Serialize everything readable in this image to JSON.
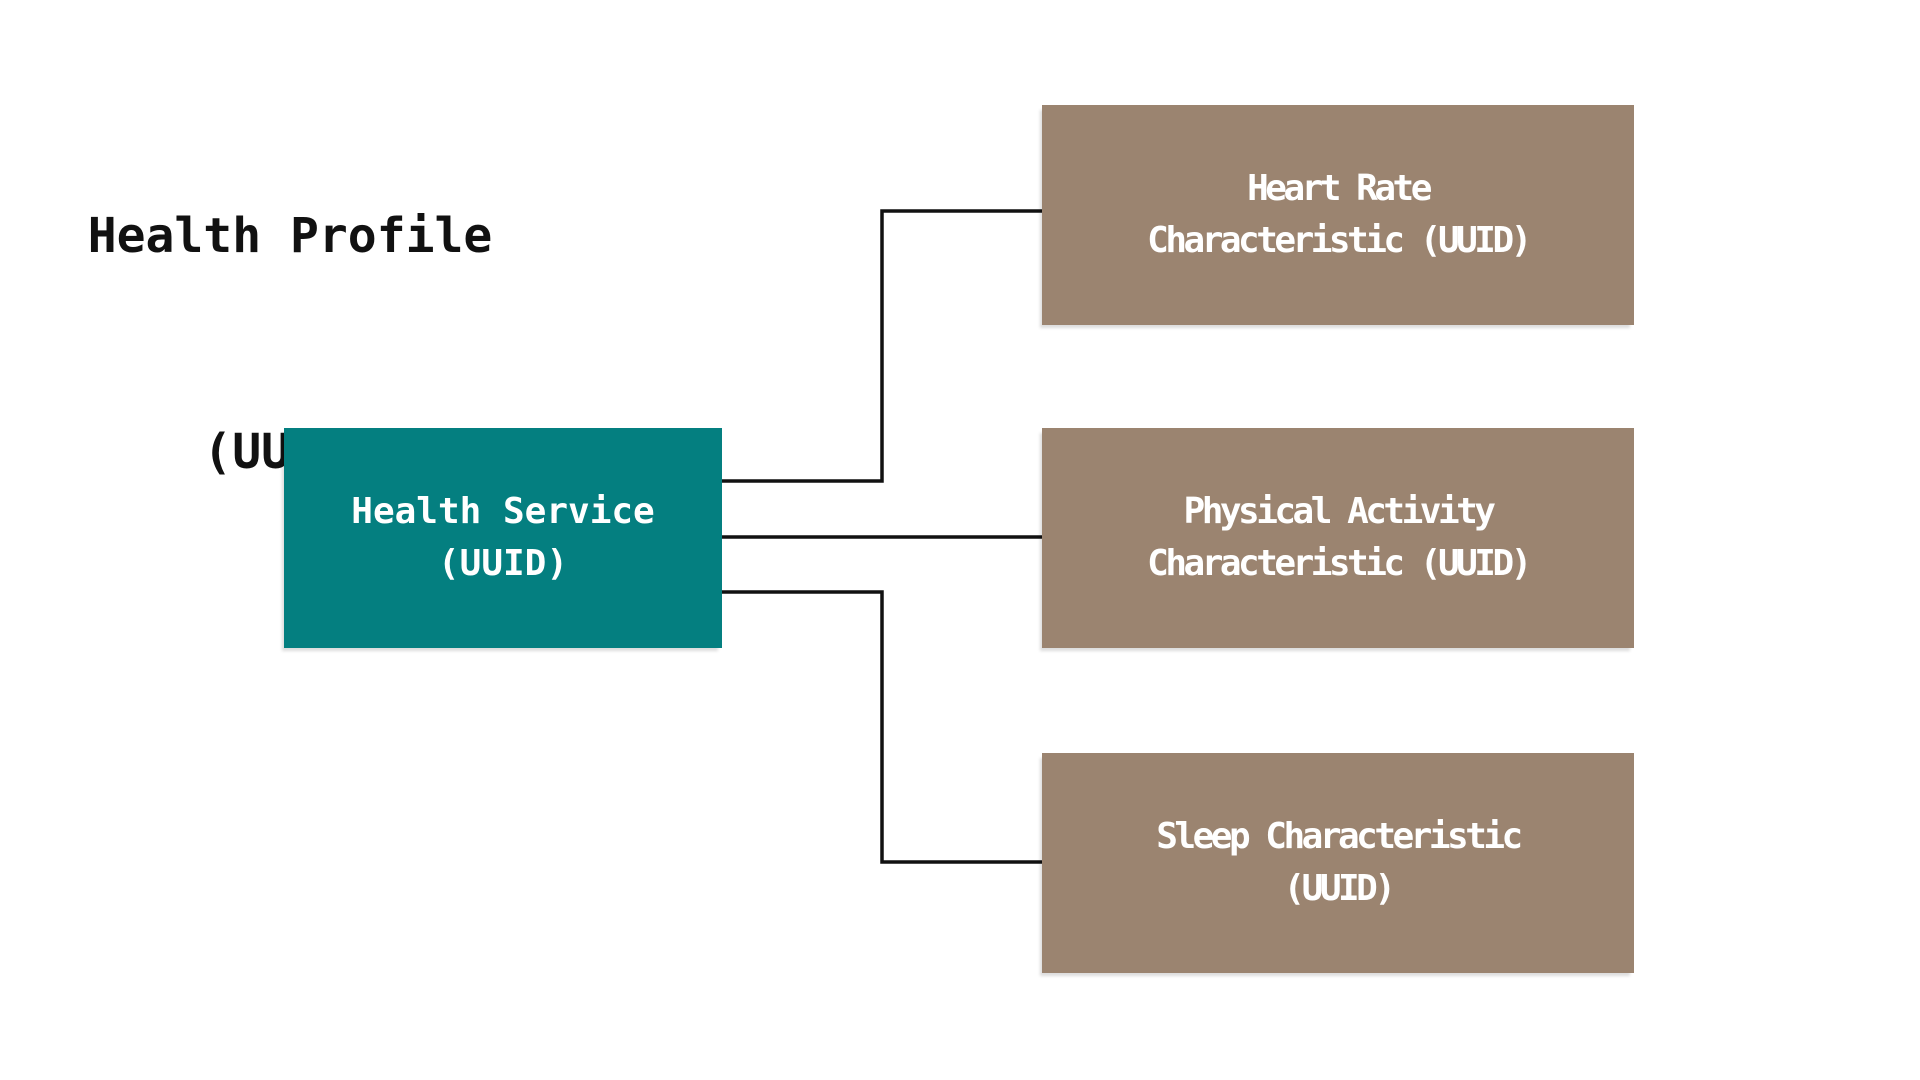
{
  "diagram": {
    "title": {
      "line1": "Health Profile",
      "line2": "(UUID)"
    },
    "service_node": {
      "line1": "Health Service",
      "line2": "(UUID)"
    },
    "characteristic_nodes": [
      {
        "line1": "Heart Rate",
        "line2": "Characteristic (UUID)"
      },
      {
        "line1": "Physical Activity",
        "line2": "Characteristic (UUID)"
      },
      {
        "line1": "Sleep Characteristic",
        "line2": "(UUID)"
      }
    ],
    "colors": {
      "background": "#FFFFFF",
      "service_fill": "#047F80",
      "characteristic_fill": "#9B8470",
      "node_text": "#FFFFFF",
      "title_text": "#111111",
      "connector": "#111111"
    }
  }
}
